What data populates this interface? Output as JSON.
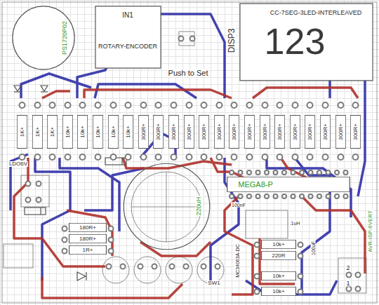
{
  "diagram": {
    "nodes": [
      {
        "text": [
          "IN1",
          "ROTARY-ENCODER"
        ]
      },
      {
        "text": [
          "CC-7SEG-3LED-INTERLEAVED",
          "123"
        ]
      },
      {
        "text": [
          "PS1720P02"
        ]
      },
      {
        "text": [
          "1K+"
        ]
      },
      {
        "text": [
          "1K+"
        ]
      },
      {
        "text": [
          "1K+"
        ]
      },
      {
        "text": [
          "10k+"
        ]
      },
      {
        "text": [
          "10k+"
        ]
      },
      {
        "text": [
          "10k+"
        ]
      },
      {
        "text": [
          "10k+"
        ]
      },
      {
        "text": [
          "10k+"
        ]
      },
      {
        "text": [
          "300R+"
        ]
      },
      {
        "text": [
          "300R+"
        ]
      },
      {
        "text": [
          "300R+"
        ]
      },
      {
        "text": [
          "300R+"
        ]
      },
      {
        "text": [
          "300R+"
        ]
      },
      {
        "text": [
          "300R+"
        ]
      },
      {
        "text": [
          "300R+"
        ]
      },
      {
        "text": [
          "300R+"
        ]
      },
      {
        "text": [
          "300R+"
        ]
      },
      {
        "text": [
          "300R+"
        ]
      },
      {
        "text": [
          "300R+"
        ]
      },
      {
        "text": [
          "300R+"
        ]
      },
      {
        "text": [
          "300R+"
        ]
      },
      {
        "text": [
          "300R+"
        ]
      },
      {
        "text": [
          "300R+"
        ]
      },
      {
        "text": [
          "MEGA8-P"
        ]
      },
      {
        "text": [
          "220uH"
        ]
      },
      {
        "text": [
          "180R+"
        ]
      },
      {
        "text": [
          "180R+"
        ]
      },
      {
        "text": [
          "1R+"
        ]
      },
      {
        "text": [
          "10k+"
        ]
      },
      {
        "text": [
          "220R"
        ]
      },
      {
        "text": [
          "10k+"
        ]
      },
      {
        "text": [
          "10k+"
        ]
      }
    ],
    "labels": [
      "DISP3",
      "Push to Set",
      "LDO6V",
      "100nF",
      ".1uH",
      "100uF",
      "SW1",
      "MC34063A-DC",
      "AVR-ISP-6VERT",
      "2",
      "1"
    ]
  }
}
